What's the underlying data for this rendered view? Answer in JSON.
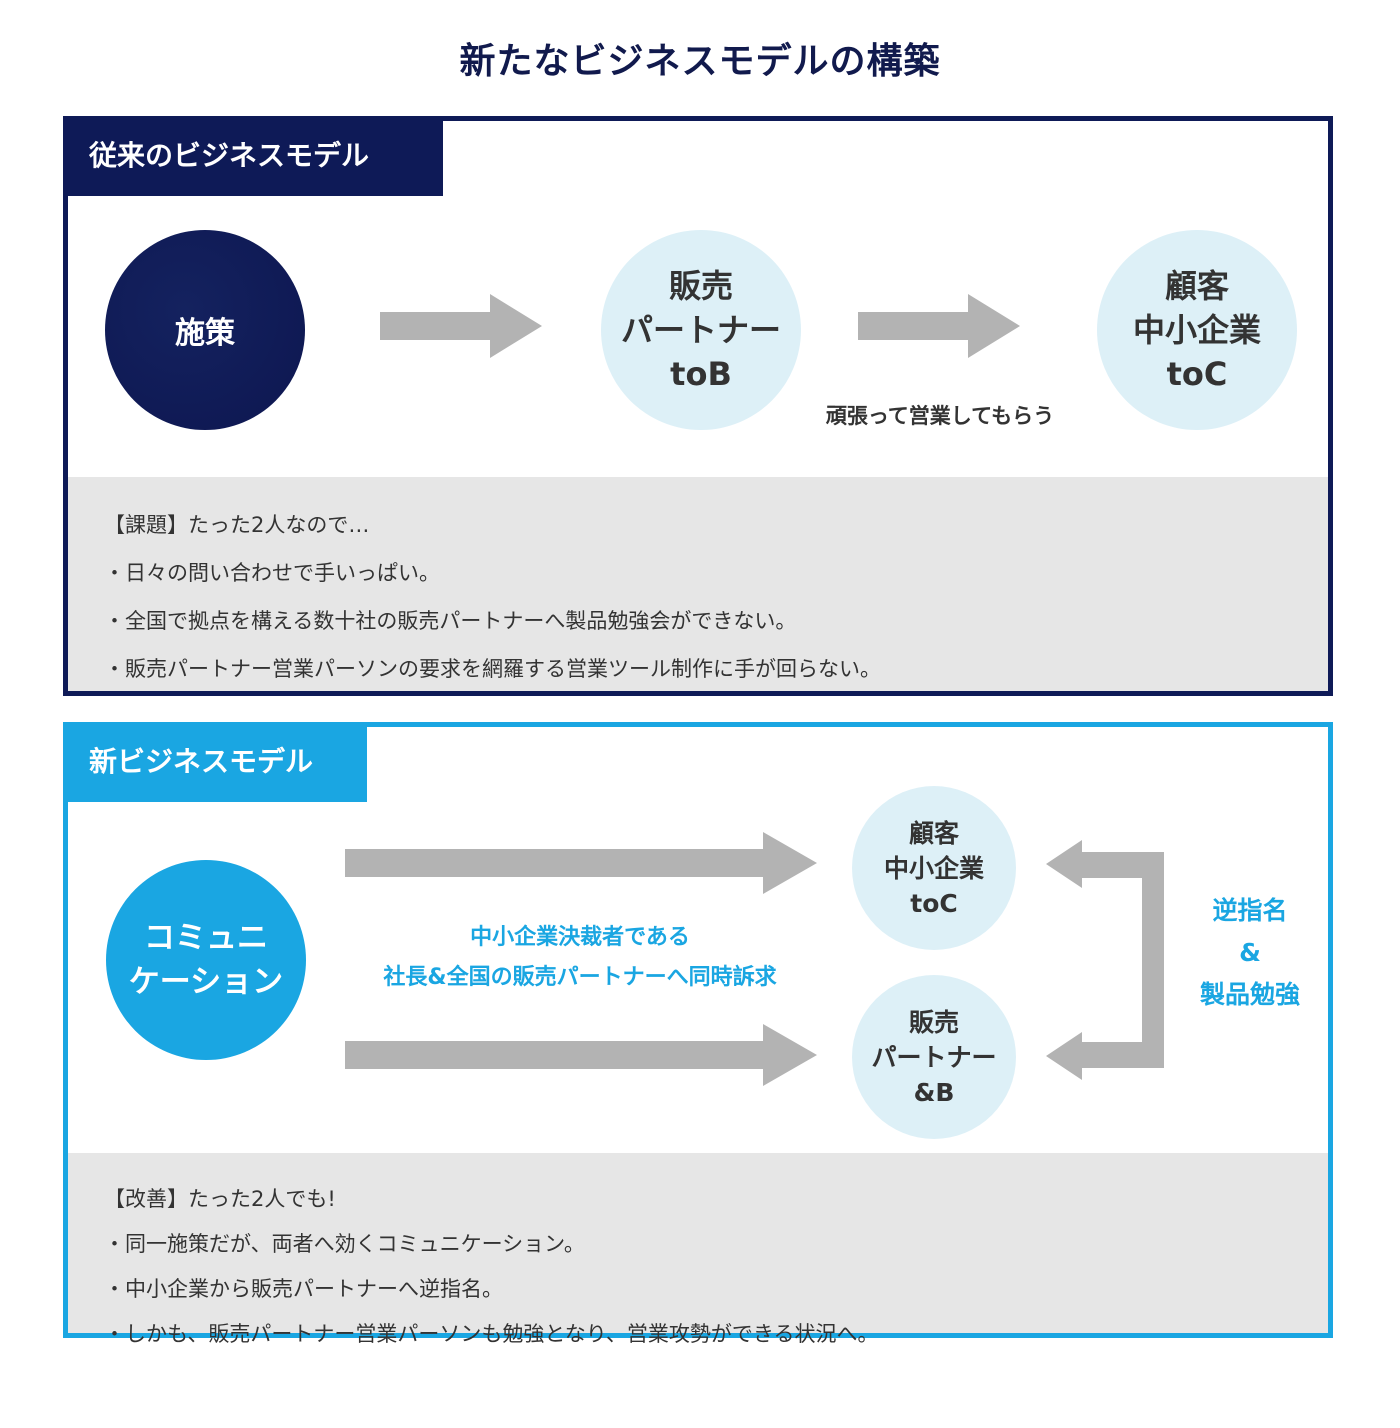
{
  "title": "新たなビジネスモデルの構築",
  "old_model": {
    "label": "従来のビジネスモデル",
    "measure": "施策",
    "partner": [
      "販売",
      "パートナー",
      "toB"
    ],
    "customer": [
      "顧客",
      "中小企業",
      "toC"
    ],
    "caption": "頑張って営業してもらう",
    "notes": [
      "【課題】たった2人なので…",
      "・日々の問い合わせで手いっぱい。",
      "・全国で拠点を構える数十社の販売パートナーへ製品勉強会ができない。",
      "・販売パートナー営業パーソンの要求を網羅する営業ツール制作に手が回らない。"
    ]
  },
  "new_model": {
    "label": "新ビジネスモデル",
    "communication": [
      "コミュニ",
      "ケーション"
    ],
    "caption": [
      "中小企業決裁者である",
      "社長&全国の販売パートナーへ同時訴求"
    ],
    "customer": [
      "顧客",
      "中小企業",
      "toC"
    ],
    "partner": [
      "販売",
      "パートナー",
      "&B"
    ],
    "reverse": [
      "逆指名",
      "&",
      "製品勉強"
    ],
    "notes": [
      "【改善】たった2人でも!",
      "・同一施策だが、両者へ効くコミュニケーション。",
      "・中小企業から販売パートナーへ逆指名。",
      "・しかも、販売パートナー営業パーソンも勉強となり、営業攻勢ができる状況へ。"
    ]
  },
  "colors": {
    "navy": "#0e1a57",
    "cyan": "#1aa6e2",
    "arrow": "#b3b3b3",
    "light_circle": "#ddf0f7",
    "note_bg": "#e6e6e6"
  }
}
